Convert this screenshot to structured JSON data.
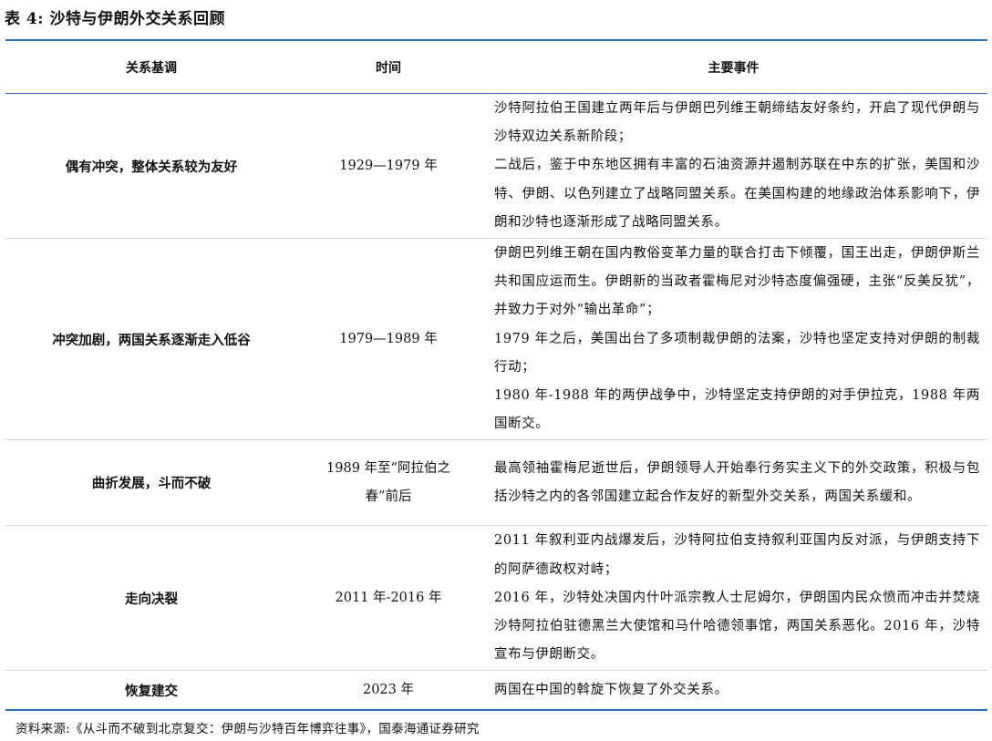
{
  "title": "表 4:  沙特与伊朗外交关系回顾",
  "table": {
    "headers": {
      "basis": "关系基调",
      "period": "时间",
      "events": "主要事件"
    },
    "rows": [
      {
        "basis": "偶有冲突，整体关系较为友好",
        "period": "1929—1979 年",
        "events": [
          "沙特阿拉伯王国建立两年后与伊朗巴列维王朝缔结友好条约，开启了现代伊朗与沙特双边关系新阶段；",
          "二战后，鉴于中东地区拥有丰富的石油资源并遏制苏联在中东的扩张，美国和沙特、伊朗、以色列建立了战略同盟关系。在美国构建的地缘政治体系影响下，伊朗和沙特也逐渐形成了战略同盟关系。"
        ]
      },
      {
        "basis": "冲突加剧，两国关系逐渐走入低谷",
        "period": "1979—1989 年",
        "events": [
          "伊朗巴列维王朝在国内教俗变革力量的联合打击下倾覆，国王出走，伊朗伊斯兰共和国应运而生。伊朗新的当政者霍梅尼对沙特态度偏强硬，主张“反美反犹”，并致力于对外“输出革命”；",
          "1979 年之后，美国出台了多项制裁伊朗的法案，沙特也坚定支持对伊朗的制裁行动；",
          "1980 年-1988 年的两伊战争中，沙特坚定支持伊朗的对手伊拉克，1988 年两国断交。"
        ]
      },
      {
        "basis": "曲折发展，斗而不破",
        "period": "1989 年至“阿拉伯之春”前后",
        "events": [
          "最高领袖霍梅尼逝世后，伊朗领导人开始奉行务实主义下的外交政策，积极与包括沙特之内的各邻国建立起合作友好的新型外交关系，两国关系缓和。"
        ]
      },
      {
        "basis": "走向决裂",
        "period": "2011 年-2016 年",
        "events": [
          "2011 年叙利亚内战爆发后，沙特阿拉伯支持叙利亚国内反对派，与伊朗支持下的阿萨德政权对峙；",
          "2016 年，沙特处决国内什叶派宗教人士尼姆尔，伊朗国内民众愤而冲击并焚烧沙特阿拉伯驻德黑兰大使馆和马什哈德领事馆，两国关系恶化。2016 年，沙特宣布与伊朗断交。"
        ]
      },
      {
        "basis": "恢复建交",
        "period": "2023 年",
        "events": [
          "两国在中国的斡旋下恢复了外交关系。"
        ]
      }
    ]
  },
  "source": "资料来源:《从斗而不破到北京复交：伊朗与沙特百年博弈往事》，国泰海通证券研究"
}
